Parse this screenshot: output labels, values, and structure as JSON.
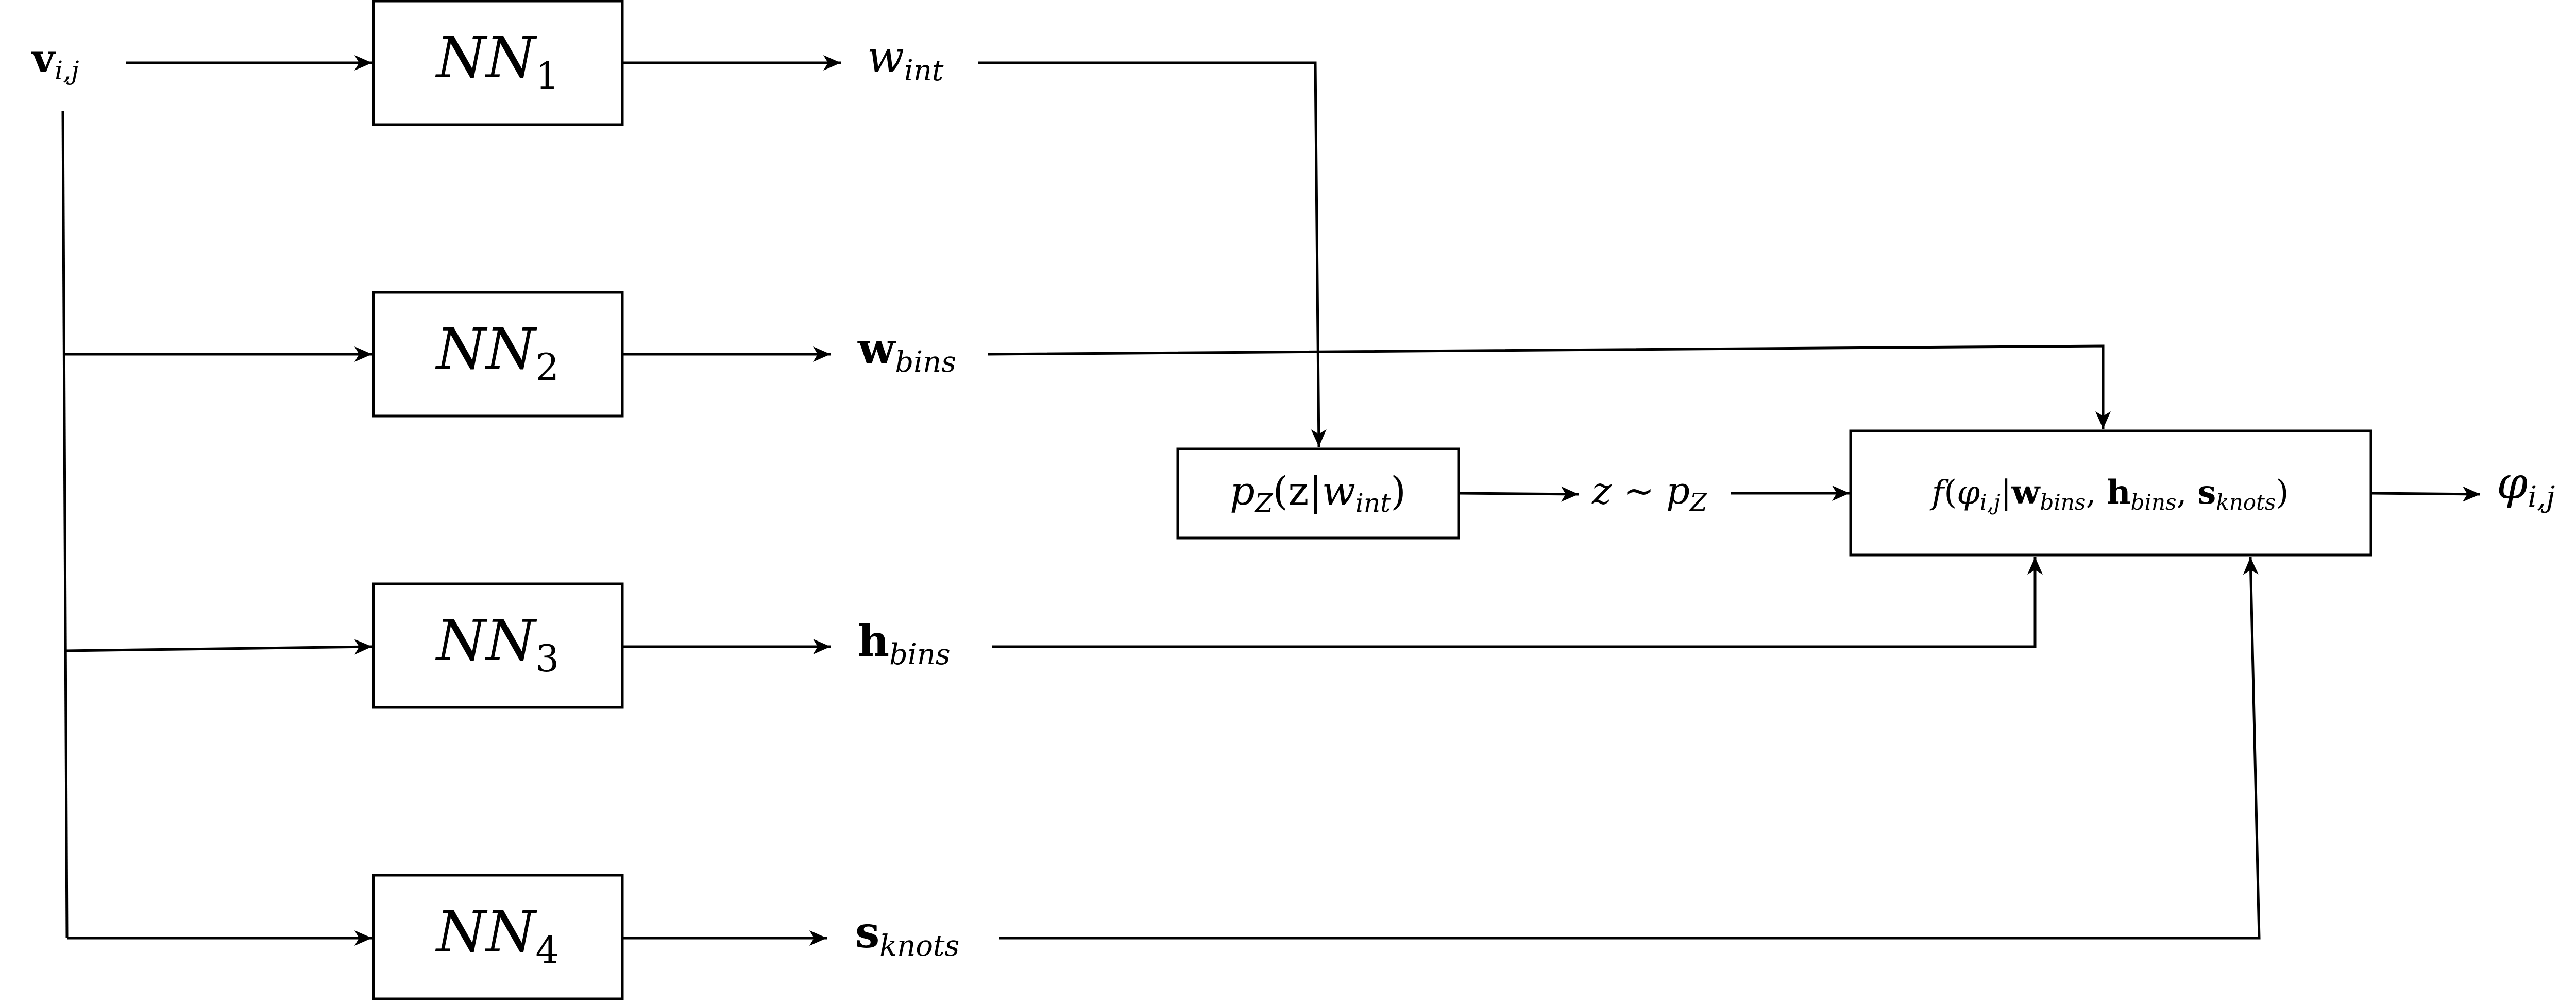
{
  "diagram": {
    "input": {
      "base": "v",
      "sub": "i,j"
    },
    "networks": [
      {
        "id": "nn1",
        "base": "NN",
        "sub": "1"
      },
      {
        "id": "nn2",
        "base": "NN",
        "sub": "2"
      },
      {
        "id": "nn3",
        "base": "NN",
        "sub": "3"
      },
      {
        "id": "nn4",
        "base": "NN",
        "sub": "4"
      }
    ],
    "outputs": [
      {
        "id": "w-int",
        "base": "w",
        "sub": "int"
      },
      {
        "id": "w-bins",
        "base": "w",
        "sub": "bins"
      },
      {
        "id": "h-bins",
        "base": "h",
        "sub": "bins"
      },
      {
        "id": "s-knots",
        "base": "s",
        "sub": "knots"
      }
    ],
    "pz_box": {
      "p": "p",
      "pSub": "Z",
      "open": "(z|",
      "w": "w",
      "wSub": "int",
      "close": ")"
    },
    "sample": {
      "z": "z",
      "tilde": " ~ ",
      "p": "p",
      "pSub": "Z"
    },
    "f_box": {
      "f": "f",
      "open": "(",
      "phi": "φ",
      "phiSub": "i,j",
      "bar": "|",
      "w": "w",
      "wSub": "bins",
      "comma1": ", ",
      "h": "h",
      "hSub": "bins",
      "comma2": ", ",
      "s": "s",
      "sSub": "knots",
      "close": ")"
    },
    "final": {
      "base": "φ",
      "sub": "i,j"
    }
  }
}
